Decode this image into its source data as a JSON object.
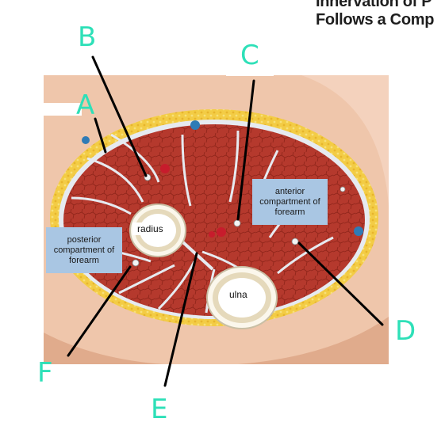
{
  "heading": {
    "line1": "Innervation of P",
    "line2": "Follows a Comp"
  },
  "labels": {
    "anterior": "anterior compartment of forearm",
    "posterior": "posterior compartment of forearm",
    "radius": "radius",
    "ulna": "ulna"
  },
  "letters": {
    "a": "A",
    "b": "B",
    "c": "C",
    "d": "D",
    "e": "E",
    "f": "F"
  },
  "colors": {
    "skin": "#eec0a3",
    "fat": "#f5cf4a",
    "muscle": "#b83a2e",
    "fascia": "#e6eaf0",
    "bone_marrow": "#efe6cf",
    "label_box": "#a9c6e3",
    "handwritten_letters": "#2ee0b8",
    "pointer_lines": "#000000"
  }
}
